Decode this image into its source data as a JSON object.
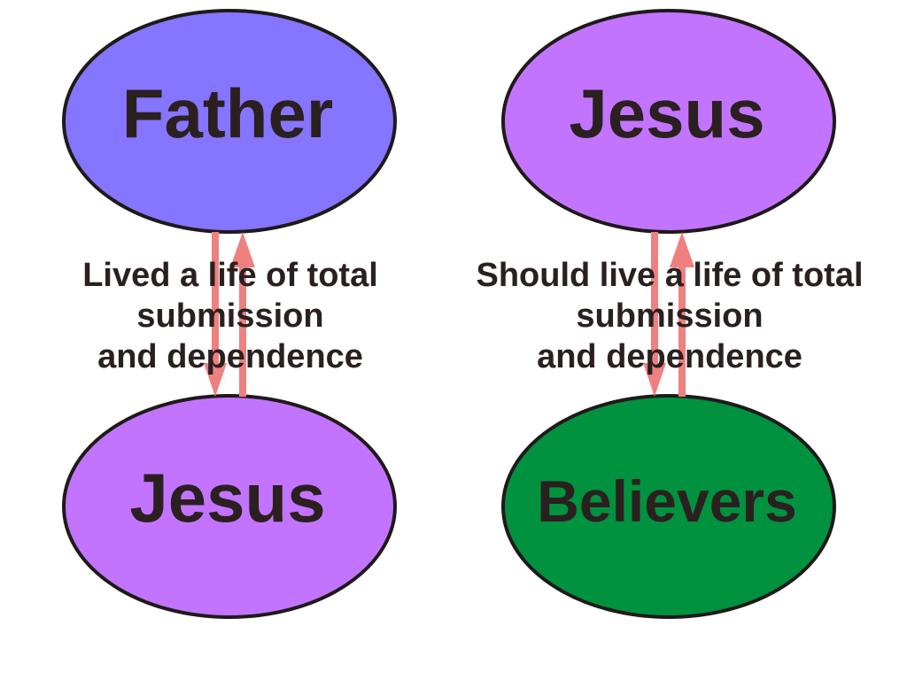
{
  "colors": {
    "father": "#8575ff",
    "jesus": "#c374ff",
    "believers": "#00923f",
    "arrow": "#f08080",
    "outline": "#1f1a1a"
  },
  "left": {
    "top_node": "Father",
    "bottom_node": "Jesus",
    "caption_lines": [
      "Lived a life of total",
      "submission",
      "and dependence"
    ]
  },
  "right": {
    "top_node": "Jesus",
    "bottom_node": "Believers",
    "caption_lines": [
      "Should live a life of total",
      "submission",
      "and dependence"
    ]
  }
}
